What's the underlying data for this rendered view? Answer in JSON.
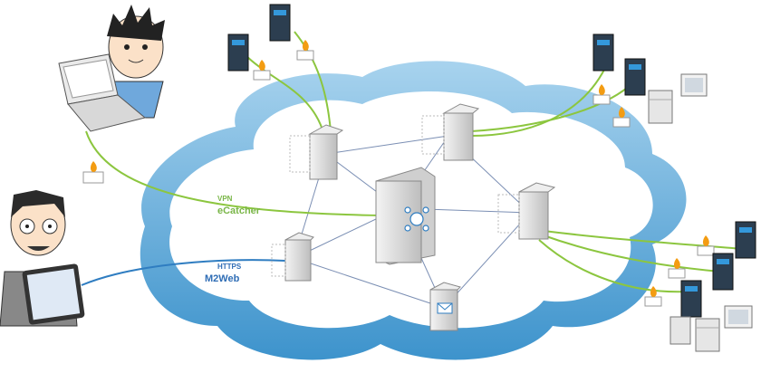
{
  "labels": {
    "vpn_small": "VPN",
    "vpn_big": "eCatcher",
    "https_small": "HTTPS",
    "https_big": "M2Web"
  },
  "colors": {
    "cloud_outer": "#5aa7d6",
    "cloud_inner": "#ffffff",
    "vpn_line": "#8cc63f",
    "https_line": "#2f7dc1",
    "mesh_line": "#7b8fb4",
    "server_fill": "#dcdcdc",
    "label_green": "#7ab648",
    "label_blue": "#2f6db5"
  },
  "icons": [
    "laptop-user-icon",
    "tablet-user-icon",
    "server-icon",
    "router-icon",
    "firewall-icon",
    "plc-icon",
    "hmi-panel-icon",
    "mail-icon",
    "hub-icon"
  ]
}
